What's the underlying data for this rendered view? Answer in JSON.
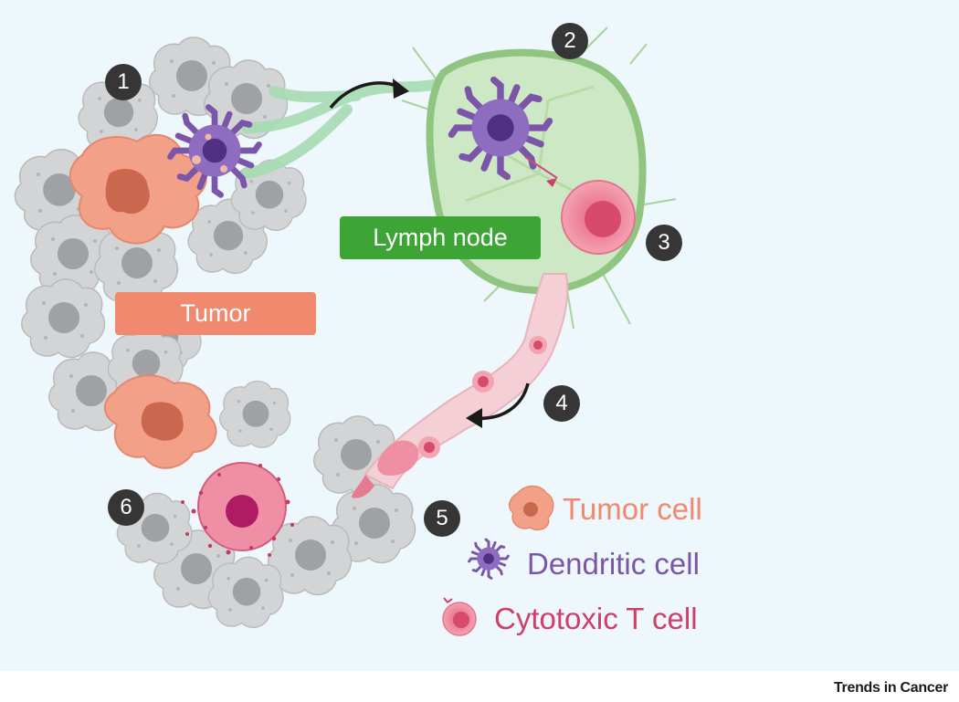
{
  "labels": {
    "lymph_node": "Lymph node",
    "tumor": "Tumor"
  },
  "steps": [
    "1",
    "2",
    "3",
    "4",
    "5",
    "6"
  ],
  "legend": {
    "tumor_cell": "Tumor cell",
    "dendritic_cell": "Dendritic cell",
    "cytotoxic_t_cell": "Cytotoxic T cell"
  },
  "journal": "Trends in Cancer",
  "colors": {
    "background": "#eef7fc",
    "lymph_node_label": "#3da535",
    "tumor_label": "#f0896d",
    "tumor_cell": "#f0896d",
    "dendritic_cell": "#7a55a8",
    "cytotoxic_t_cell": "#cf3f6a",
    "step_marker": "#363636"
  }
}
